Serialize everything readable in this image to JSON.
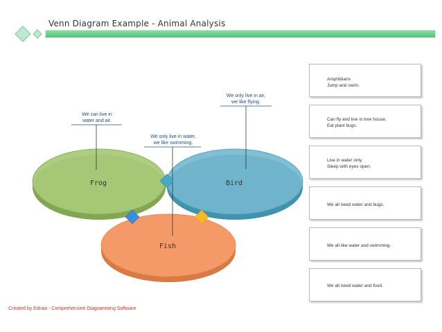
{
  "title": "Venn Diagram Example - Animal Analysis",
  "circles": [
    {
      "label": "Frog",
      "color": "#9cc06a"
    },
    {
      "label": "Bird",
      "color": "#5fb0c8"
    },
    {
      "label": "Fish",
      "color": "#f49a68"
    }
  ],
  "notes": {
    "frog": [
      "We can live in",
      "water and air."
    ],
    "fish": [
      "We only live in water,",
      "we like swimming."
    ],
    "bird": [
      "We only live in air,",
      "we like flying."
    ]
  },
  "legend": [
    {
      "color": "#8dbf56",
      "shape": "square",
      "lines": [
        "Amphibians",
        "Jump and swim."
      ]
    },
    {
      "color": "#4aa8c4",
      "shape": "square",
      "lines": [
        "Can fly and live in tree house.",
        "Eat plant bugs."
      ]
    },
    {
      "color": "#f39a5e",
      "shape": "square",
      "lines": [
        "Live in water only.",
        "Sleep with eyes open."
      ]
    },
    {
      "color": "#c0504d",
      "shape": "diamond",
      "lines": [
        "We all need water and bugs."
      ]
    },
    {
      "color": "#4f81bd",
      "shape": "diamond",
      "lines": [
        "We all like water and swimming."
      ]
    },
    {
      "color": "#8064a2",
      "shape": "diamond",
      "lines": [
        "We all need water and food."
      ]
    }
  ],
  "intersection_colors": {
    "frog_bird": "#4aa8c4",
    "frog_fish": "#3c8fd6",
    "bird_fish": "#f7b72a"
  },
  "credit": "Created by Edraw - Comprehensive Diagramming Software"
}
